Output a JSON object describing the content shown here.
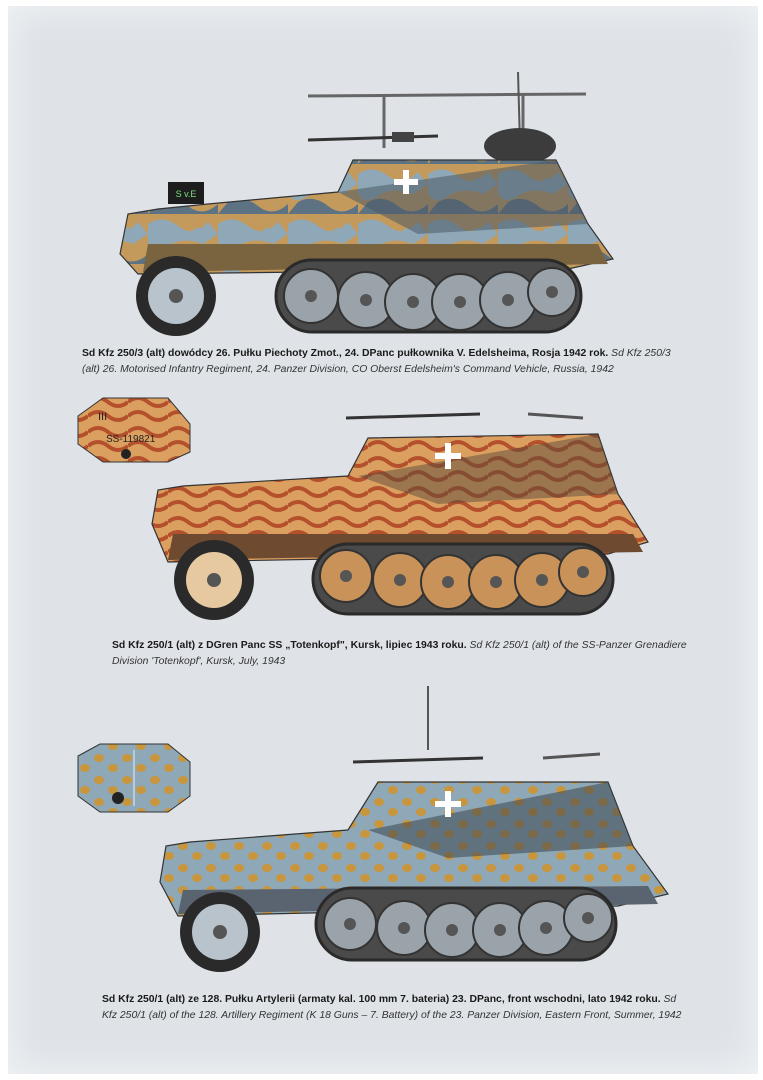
{
  "plates": [
    {
      "id": "plate-1",
      "camo": "tricolor",
      "vehicle_marking": "S v.E",
      "caption_pl": "Sd Kfz 250/3 (alt) dowódcy 26. Pułku Piechoty Zmot., 24. DPanc pułkownika V. Edelsheima, Rosja 1942 rok.",
      "caption_en": "Sd Kfz 250/3 (alt) 26. Motorised Infantry Regiment, 24. Panzer Division, CO Oberst Edelsheim's Command Vehicle, Russia, 1942"
    },
    {
      "id": "plate-2",
      "camo": "swirl",
      "inset_marks": [
        "III",
        "SS-119821"
      ],
      "caption_pl": "Sd Kfz 250/1 (alt) z DGren Panc SS „Totenkopf\", Kursk, lipiec 1943 roku.",
      "caption_en": "Sd Kfz 250/1 (alt) of the SS-Panzer Grenadiere Division 'Totenkopf', Kursk, July, 1943"
    },
    {
      "id": "plate-3",
      "camo": "spots",
      "caption_pl": "Sd Kfz 250/1 (alt) ze 128. Pułku Artylerii (armaty kal. 100 mm 7. bateria) 23. DPanc, front wschodni, lato 1942 roku.",
      "caption_en": "Sd Kfz 250/1 (alt) of the 128. Artillery Regiment (K 18 Guns – 7. Battery) of the 23. Panzer Division, Eastern Front, Summer, 1942"
    }
  ],
  "colors": {
    "page": "#dfe3e8",
    "sand": "#c8a060",
    "blue_grey": "#8fa8b8",
    "dark_grey": "#4d5a66",
    "red_brown": "#b5502d",
    "ochre": "#d9a45a",
    "tyre": "#2a2a2a"
  }
}
